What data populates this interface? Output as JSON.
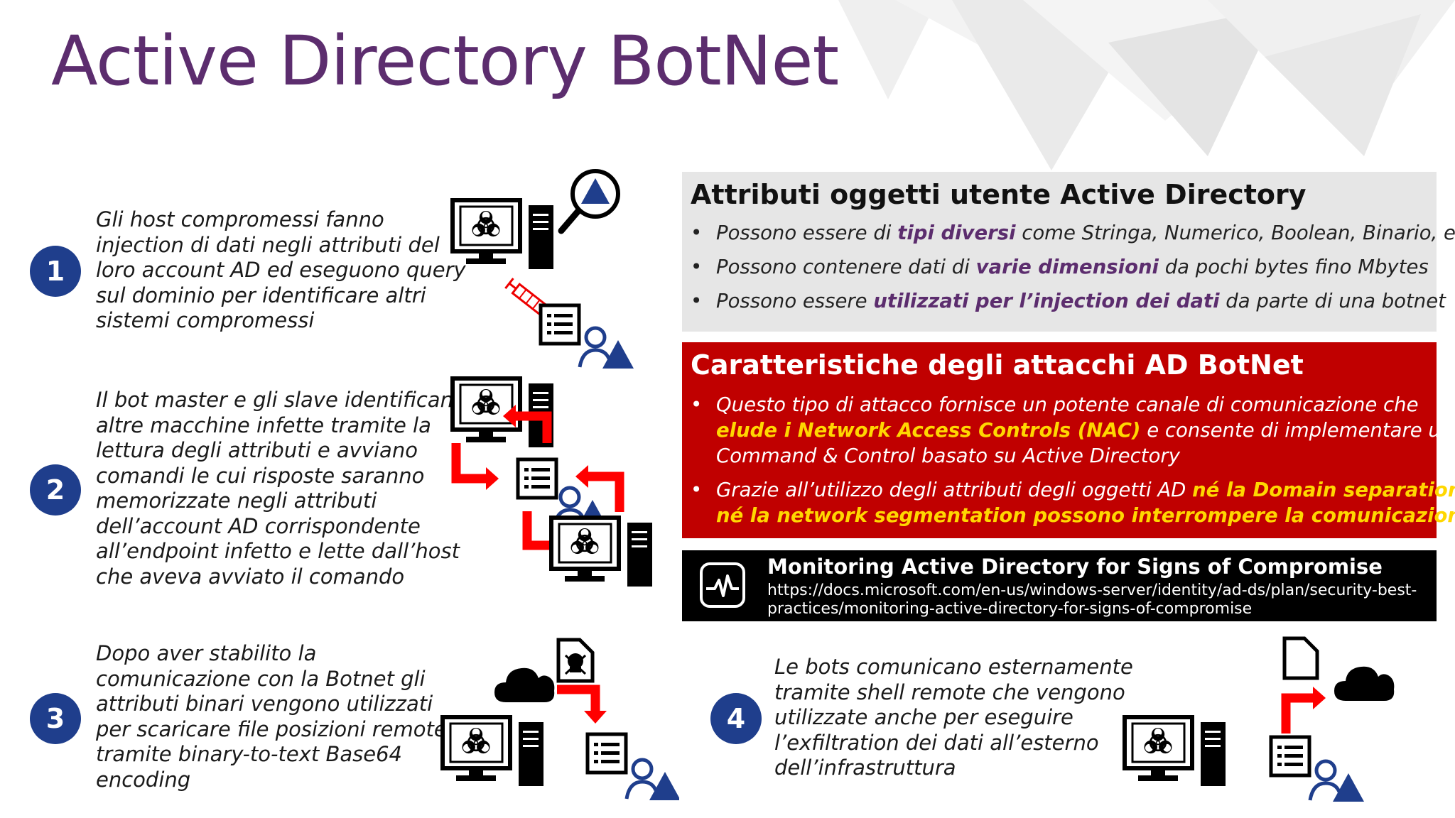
{
  "slide": {
    "title": "Active Directory BotNet"
  },
  "steps": [
    {
      "number": "1",
      "lines": [
        "Gli host compromessi fanno",
        "injection di dati negli attributi del",
        "loro account AD ed eseguono query",
        "sul dominio per identificare altri",
        "sistemi compromessi"
      ]
    },
    {
      "number": "2",
      "lines": [
        "Il bot master e gli slave identificano",
        "altre macchine infette tramite la",
        "lettura degli attributi e avviano",
        "comandi le cui risposte saranno",
        "memorizzate negli attributi",
        "dell’account AD corrispondente",
        "all’endpoint infetto e lette dall’host",
        "che aveva avviato il comando"
      ]
    },
    {
      "number": "3",
      "lines": [
        "Dopo aver stabilito la",
        "comunicazione con la Botnet gli",
        "attributi binari vengono utilizzati",
        "per scaricare file posizioni remote",
        "tramite binary-to-text Base64",
        "encoding"
      ]
    },
    {
      "number": "4",
      "lines": [
        "Le bots comunicano esternamente",
        "tramite shell remote che vengono",
        "utilizzate anche per eseguire",
        "l’exfiltration dei dati all’esterno",
        "dell’infrastruttura"
      ]
    }
  ],
  "attributes_panel": {
    "title": "Attributi oggetti utente Active Directory",
    "bullet_char": "•",
    "bullets": [
      {
        "pre": "Possono essere di ",
        "hl": "tipi diversi",
        "post": " come Stringa, Numerico, Boolean, Binario, etc."
      },
      {
        "pre": "Possono contenere dati di ",
        "hl": "varie dimensioni",
        "post": " da pochi bytes fino Mbytes"
      },
      {
        "pre": "Possono essere ",
        "hl": "utilizzati per l’injection dei dati",
        "post": " da parte di una botnet"
      }
    ],
    "colors": {
      "background": "#e6e6e6",
      "highlight": "#5c2d6e"
    }
  },
  "features_panel": {
    "title": "Caratteristiche degli attacchi AD BotNet",
    "bullet_char": "•",
    "bullet1": {
      "line1": "Questo tipo di attacco fornisce un potente canale di comunicazione che",
      "line2_hl": "elude i Network Access Controls (NAC)",
      "line2_post": " e consente di implementare un",
      "line3": "Command & Control basato su Active Directory"
    },
    "bullet2": {
      "line1_pre": "Grazie all’utilizzo degli attributi degli oggetti AD ",
      "line1_hl": "né la Domain separation",
      "line2_hl": "né la network segmentation possono interrompere la comunicazione"
    },
    "colors": {
      "background": "#c00000",
      "highlight": "#ffd700"
    }
  },
  "monitoring_panel": {
    "icon": "activity-monitor-icon",
    "title": "Monitoring Active Directory for Signs of Compromise",
    "url_line1": "https://docs.microsoft.com/en-us/windows-server/identity/ad-ds/plan/security-best-",
    "url_line2": "practices/monitoring-active-directory-for-signs-of-compromise"
  },
  "colors": {
    "title": "#5c2d6e",
    "step_circle": "#1f3e8c",
    "arrow_red": "#ff0000",
    "user_blue": "#1f3e8c"
  },
  "illustration_icons": [
    "infected-computer-icon",
    "magnifier-icon",
    "syringe-icon",
    "document-icon",
    "user-icon",
    "red-arrow-icon",
    "cloud-icon",
    "skull-file-icon",
    "blank-file-icon"
  ]
}
